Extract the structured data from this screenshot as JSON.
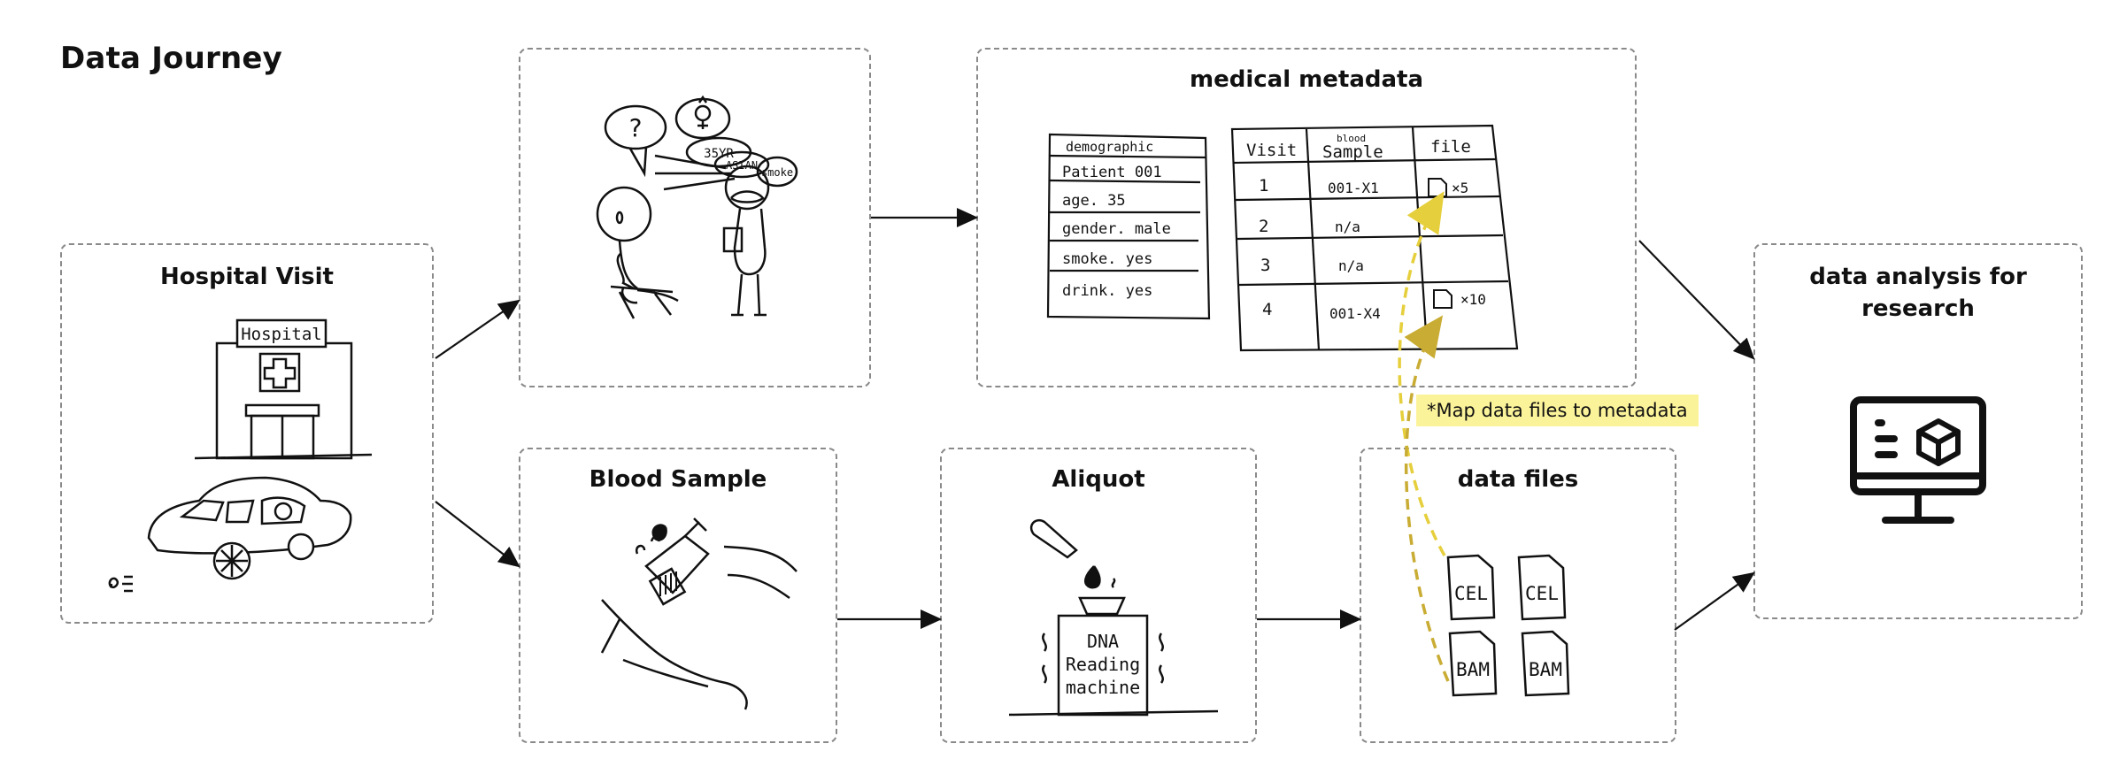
{
  "title": "Data Journey",
  "boxes": {
    "hospital_visit": "Hospital Visit",
    "medical_metadata": "medical metadata",
    "blood_sample": "Blood Sample",
    "aliquot": "Aliquot",
    "data_files": "data files",
    "data_analysis": "data analysis for research"
  },
  "note": "*Map data files to metadata",
  "hospital": {
    "sign": "Hospital"
  },
  "consult": {
    "bubble_q": "?",
    "age": "35YR",
    "ethnicity": "ASIAN",
    "smoke": "smoke"
  },
  "demographic": {
    "header": "demographic",
    "rows": [
      "Patient 001",
      "age. 35",
      "gender. male",
      "smoke. yes",
      "drink. yes"
    ]
  },
  "visits_table": {
    "headers": [
      "Visit",
      "blood",
      "Sample",
      "file"
    ],
    "rows": [
      {
        "visit": "1",
        "sample": "001-X1",
        "file": "×5"
      },
      {
        "visit": "2",
        "sample": "n/a",
        "file": ""
      },
      {
        "visit": "3",
        "sample": "n/a",
        "file": ""
      },
      {
        "visit": "4",
        "sample": "001-X4",
        "file": "×10"
      }
    ]
  },
  "machine": {
    "line1": "DNA",
    "line2": "Reading",
    "line3": "machine"
  },
  "files": [
    "CEL",
    "CEL",
    "BAM",
    "BAM"
  ]
}
